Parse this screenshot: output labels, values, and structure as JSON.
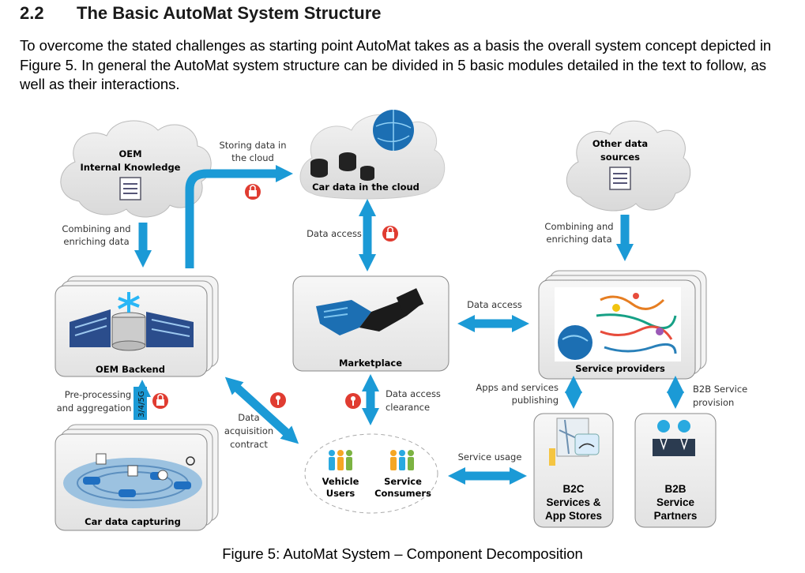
{
  "section": {
    "number": "2.2",
    "title": "The Basic AutoMat System Structure"
  },
  "paragraph": "To overcome the stated challenges as starting point AutoMat takes as a basis the overall system concept depicted in Figure 5. In general the AutoMat system structure can be divided in 5 basic modules detailed in the text to follow, as well as their interactions.",
  "figure": {
    "caption": "Figure 5: AutoMat System – Component Decomposition",
    "clouds": {
      "oem_knowledge": [
        "OEM",
        "Internal Knowledge"
      ],
      "car_data_cloud": "Car data in the cloud",
      "other_sources": [
        "Other data",
        "sources"
      ]
    },
    "modules": {
      "oem_backend": "OEM Backend",
      "marketplace": "Marketplace",
      "service_providers": "Service providers",
      "car_data_capturing": "Car data capturing",
      "b2c": [
        "B2C",
        "Services &",
        "App Stores"
      ],
      "b2b": [
        "B2B",
        "Service",
        "Partners"
      ]
    },
    "users": {
      "vehicle_users": [
        "Vehicle",
        "Users"
      ],
      "service_consumers": [
        "Service",
        "Consumers"
      ]
    },
    "arrow_labels": {
      "storing_data": [
        "Storing data in",
        "the cloud"
      ],
      "combining_left": [
        "Combining and",
        "enriching data"
      ],
      "combining_right": [
        "Combining and",
        "enriching data"
      ],
      "data_access_cloud": "Data access",
      "data_access_services": "Data access",
      "preprocessing": [
        "Pre-processing",
        "and aggregation"
      ],
      "network": "3/4/5G",
      "data_acquisition": [
        "Data",
        "acquisition",
        "contract"
      ],
      "data_access_clearance": [
        "Data access",
        "clearance"
      ],
      "apps_publishing": [
        "Apps and services",
        "publishing"
      ],
      "b2b_provision": [
        "B2B Service",
        "provision"
      ],
      "service_usage": "Service usage"
    },
    "colors": {
      "arrow": "#1b9ad6",
      "cloud_fill": "#e6e6e6",
      "box_fill": "#ececec",
      "lock": "#e03c31"
    }
  }
}
